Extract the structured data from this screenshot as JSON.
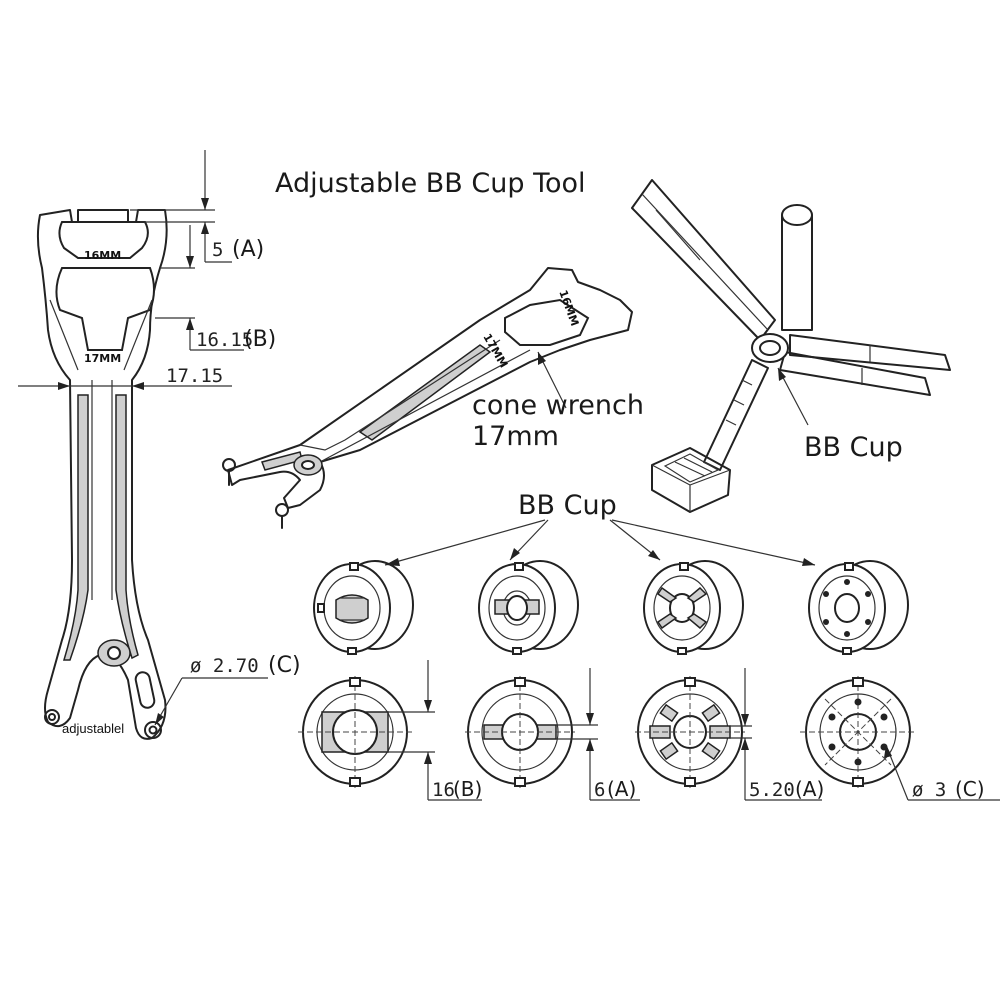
{
  "labels": {
    "tool_title": "Adjustable BB Cup Tool",
    "cone_wrench_line1": "cone wrench",
    "cone_wrench_line2": "17mm",
    "bb_cup_right": "BB Cup",
    "bb_cup_center": "BB Cup",
    "adjustable": "adjustablel",
    "wrench_16": "16MM",
    "wrench_17": "17MM",
    "wrench_16_iso": "16MM",
    "wrench_17_iso": "17MM"
  },
  "dimensions": {
    "a_top": "5",
    "a_top_tag": "(A)",
    "b_top": "16.15",
    "b_top_tag": "(B)",
    "width": "17.15",
    "c_dia": "ø 2.70",
    "c_dia_tag": "(C)",
    "cup1": "16",
    "cup1_tag": "(B)",
    "cup2": "6",
    "cup2_tag": "(A)",
    "cup3": "5.20",
    "cup3_tag": "(A)",
    "cup4": "ø 3",
    "cup4_tag": "(C)"
  },
  "colors": {
    "line": "#222222",
    "shade": "#cfcfcf",
    "background": "#ffffff"
  }
}
